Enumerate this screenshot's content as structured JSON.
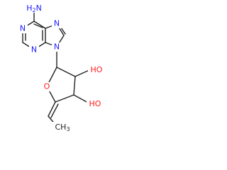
{
  "molecule": {
    "labels": {
      "amine_n": "N",
      "amine_h": "H",
      "amine_sub": "2",
      "n1": "N",
      "n3": "N",
      "n7": "N",
      "n9": "N",
      "ring_o": "O",
      "oh_upper_o": "O",
      "oh_upper_h": "H",
      "oh_lower_o": "O",
      "oh_lower_h": "H",
      "methyl_c": "C",
      "methyl_h": "H",
      "methyl_sub": "3"
    },
    "colors": {
      "bond": "#222222",
      "nitrogen": "#1a1aff",
      "oxygen": "#ff1a1a",
      "carbon": "#222222"
    }
  }
}
